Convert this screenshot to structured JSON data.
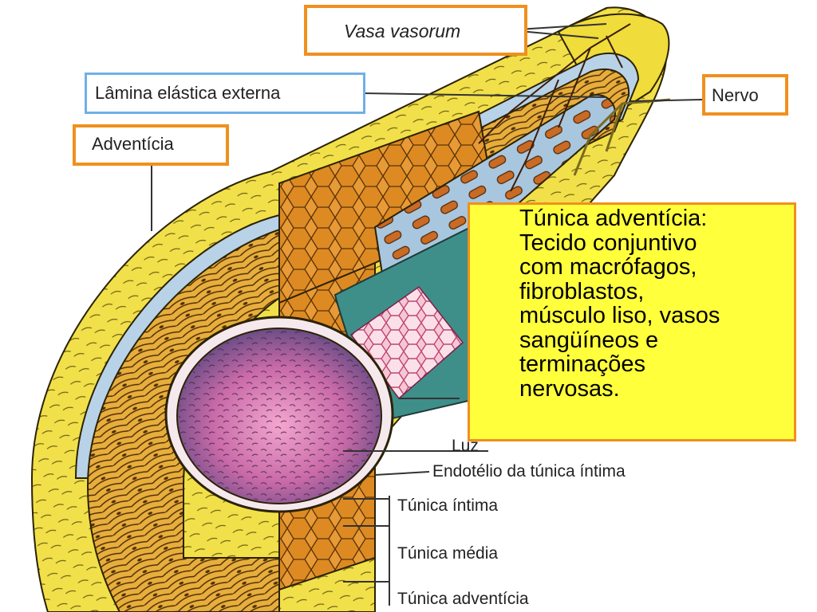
{
  "labels": {
    "vasa_vasorum": "Vasa vasorum",
    "lamina_elastica": "Lâmina elástica externa",
    "adventicia": "Adventícia",
    "nervo": "Nervo",
    "luz": "Luz",
    "endotelio": "Endotélio da túnica íntima",
    "tunica_intima": "Túnica íntima",
    "tunica_media": "Túnica média",
    "tunica_adventicia": "Túnica adventícia"
  },
  "info_box": {
    "lines": [
      "Túnica adventícia:",
      "Tecido conjuntivo",
      "com macrófagos,",
      "fibroblastos,",
      "músculo liso, vasos",
      "sangüíneos e",
      "terminações",
      "nervosas."
    ]
  },
  "colors": {
    "highlight_box_border": "#f0901e",
    "lamina_box_border": "#6fb0e8",
    "info_box_fill": "#ffff3c",
    "adventitia_yellow": "#f2e04a",
    "media_orange": "#e0942e",
    "intima_teal": "#3e8f8a",
    "lumen_pink": "#d67cb8"
  }
}
